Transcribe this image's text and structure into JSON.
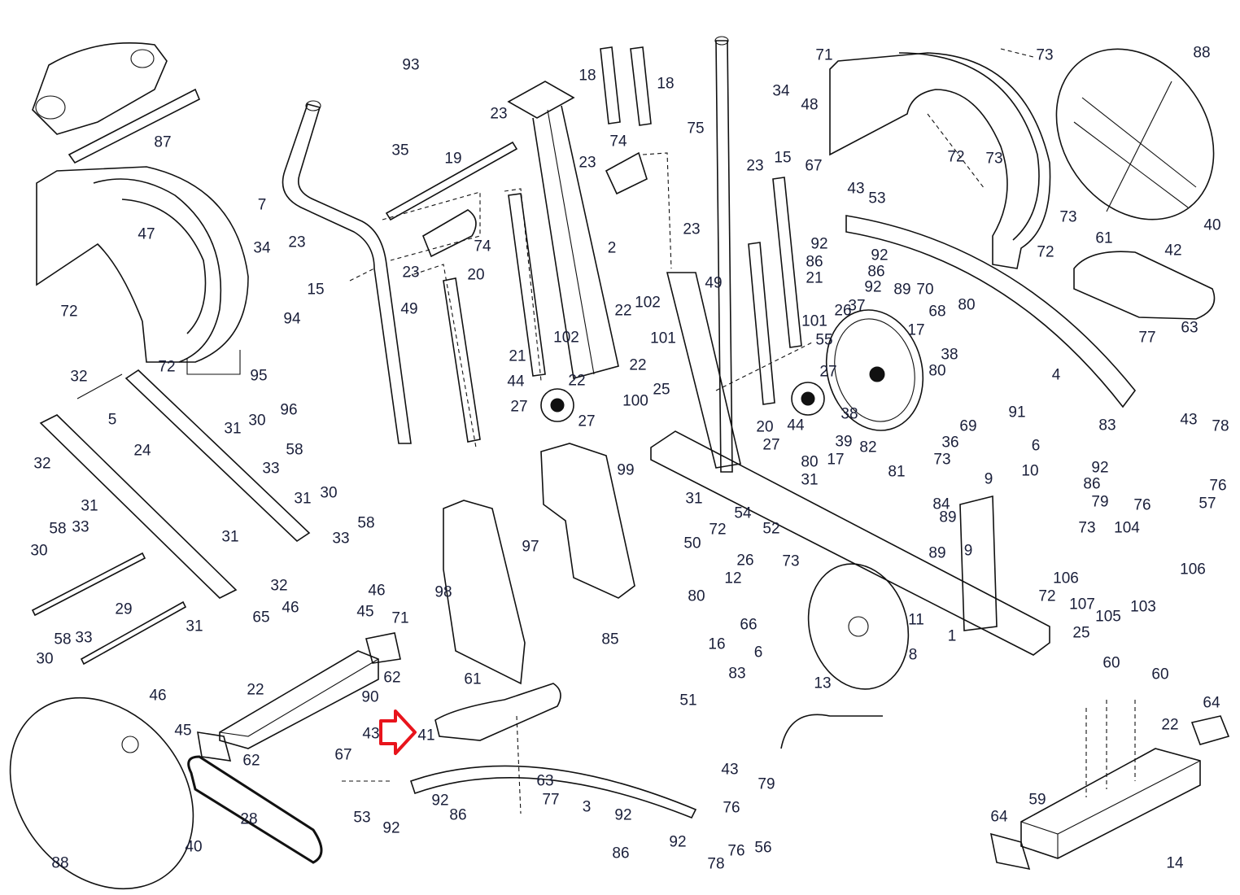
{
  "diagram": {
    "type": "exploded-parts-diagram",
    "subject": "elliptical trainer assembly",
    "highlight": {
      "part": "41",
      "indicator": "red-outline-arrow-right",
      "color": "#e8141c"
    },
    "label_color": "#1a1f3a",
    "line_color": "#111111"
  },
  "labels": [
    {
      "id": "87",
      "text": "87"
    },
    {
      "id": "47",
      "text": "47"
    },
    {
      "id": "72a",
      "text": "72"
    },
    {
      "id": "7",
      "text": "7"
    },
    {
      "id": "34a",
      "text": "34"
    },
    {
      "id": "23a",
      "text": "23"
    },
    {
      "id": "15a",
      "text": "15"
    },
    {
      "id": "93",
      "text": "93"
    },
    {
      "id": "35",
      "text": "35"
    },
    {
      "id": "23b",
      "text": "23"
    },
    {
      "id": "19",
      "text": "19"
    },
    {
      "id": "74a",
      "text": "74"
    },
    {
      "id": "23c",
      "text": "23"
    },
    {
      "id": "49a",
      "text": "49"
    },
    {
      "id": "20a",
      "text": "20"
    },
    {
      "id": "18a",
      "text": "18"
    },
    {
      "id": "18b",
      "text": "18"
    },
    {
      "id": "74b",
      "text": "74"
    },
    {
      "id": "23d",
      "text": "23"
    },
    {
      "id": "2",
      "text": "2"
    },
    {
      "id": "75",
      "text": "75"
    },
    {
      "id": "23e",
      "text": "23"
    },
    {
      "id": "49b",
      "text": "49"
    },
    {
      "id": "34b",
      "text": "34"
    },
    {
      "id": "23f",
      "text": "23"
    },
    {
      "id": "15b",
      "text": "15"
    },
    {
      "id": "71a",
      "text": "71"
    },
    {
      "id": "48",
      "text": "48"
    },
    {
      "id": "73a",
      "text": "73"
    },
    {
      "id": "72b",
      "text": "72"
    },
    {
      "id": "73b",
      "text": "73"
    },
    {
      "id": "73c",
      "text": "73"
    },
    {
      "id": "72c",
      "text": "72"
    },
    {
      "id": "88a",
      "text": "88"
    },
    {
      "id": "40a",
      "text": "40"
    },
    {
      "id": "61a",
      "text": "61"
    },
    {
      "id": "42",
      "text": "42"
    },
    {
      "id": "63a",
      "text": "63"
    },
    {
      "id": "77a",
      "text": "77"
    },
    {
      "id": "67a",
      "text": "67"
    },
    {
      "id": "43a",
      "text": "43"
    },
    {
      "id": "53a",
      "text": "53"
    },
    {
      "id": "92a",
      "text": "92"
    },
    {
      "id": "92b",
      "text": "92"
    },
    {
      "id": "86a",
      "text": "86"
    },
    {
      "id": "86b",
      "text": "86"
    },
    {
      "id": "92c",
      "text": "92"
    },
    {
      "id": "21a",
      "text": "21"
    },
    {
      "id": "89a",
      "text": "89"
    },
    {
      "id": "70",
      "text": "70"
    },
    {
      "id": "68",
      "text": "68"
    },
    {
      "id": "80a",
      "text": "80"
    },
    {
      "id": "101a",
      "text": "101"
    },
    {
      "id": "26a",
      "text": "26"
    },
    {
      "id": "37",
      "text": "37"
    },
    {
      "id": "17a",
      "text": "17"
    },
    {
      "id": "38a",
      "text": "38"
    },
    {
      "id": "55",
      "text": "55"
    },
    {
      "id": "4",
      "text": "4"
    },
    {
      "id": "94",
      "text": "94"
    },
    {
      "id": "95",
      "text": "95"
    },
    {
      "id": "96",
      "text": "96"
    },
    {
      "id": "32a",
      "text": "32"
    },
    {
      "id": "72d",
      "text": "72"
    },
    {
      "id": "5",
      "text": "5"
    },
    {
      "id": "31a",
      "text": "31"
    },
    {
      "id": "30a",
      "text": "30"
    },
    {
      "id": "58a",
      "text": "58"
    },
    {
      "id": "33a",
      "text": "33"
    },
    {
      "id": "24",
      "text": "24"
    },
    {
      "id": "32b",
      "text": "32"
    },
    {
      "id": "31b",
      "text": "31"
    },
    {
      "id": "30b",
      "text": "30"
    },
    {
      "id": "58b",
      "text": "58"
    },
    {
      "id": "33b",
      "text": "33"
    },
    {
      "id": "31c",
      "text": "31"
    },
    {
      "id": "58c",
      "text": "58"
    },
    {
      "id": "33c",
      "text": "33"
    },
    {
      "id": "30c",
      "text": "30"
    },
    {
      "id": "31d",
      "text": "31"
    },
    {
      "id": "32c",
      "text": "32"
    },
    {
      "id": "29",
      "text": "29"
    },
    {
      "id": "31e",
      "text": "31"
    },
    {
      "id": "46a",
      "text": "46"
    },
    {
      "id": "46b",
      "text": "46"
    },
    {
      "id": "45a",
      "text": "45"
    },
    {
      "id": "65",
      "text": "65"
    },
    {
      "id": "71b",
      "text": "71"
    },
    {
      "id": "58d",
      "text": "58"
    },
    {
      "id": "33d",
      "text": "33"
    },
    {
      "id": "30d",
      "text": "30"
    },
    {
      "id": "21b",
      "text": "21"
    },
    {
      "id": "102a",
      "text": "102"
    },
    {
      "id": "22a",
      "text": "22"
    },
    {
      "id": "22b",
      "text": "22"
    },
    {
      "id": "102b",
      "text": "102"
    },
    {
      "id": "22c",
      "text": "22"
    },
    {
      "id": "101b",
      "text": "101"
    },
    {
      "id": "44a",
      "text": "44"
    },
    {
      "id": "27a",
      "text": "27"
    },
    {
      "id": "27b",
      "text": "27"
    },
    {
      "id": "100",
      "text": "100"
    },
    {
      "id": "25a",
      "text": "25"
    },
    {
      "id": "99",
      "text": "99"
    },
    {
      "id": "97",
      "text": "97"
    },
    {
      "id": "98",
      "text": "98"
    },
    {
      "id": "20b",
      "text": "20"
    },
    {
      "id": "44b",
      "text": "44"
    },
    {
      "id": "27c",
      "text": "27"
    },
    {
      "id": "80b",
      "text": "80"
    },
    {
      "id": "17b",
      "text": "17"
    },
    {
      "id": "39",
      "text": "39"
    },
    {
      "id": "38b",
      "text": "38"
    },
    {
      "id": "27d",
      "text": "27"
    },
    {
      "id": "80c",
      "text": "80"
    },
    {
      "id": "69",
      "text": "69"
    },
    {
      "id": "36",
      "text": "36"
    },
    {
      "id": "91",
      "text": "91"
    },
    {
      "id": "31f",
      "text": "31"
    },
    {
      "id": "31g",
      "text": "31"
    },
    {
      "id": "82",
      "text": "82"
    },
    {
      "id": "81",
      "text": "81"
    },
    {
      "id": "73d",
      "text": "73"
    },
    {
      "id": "9a",
      "text": "9"
    },
    {
      "id": "10",
      "text": "10"
    },
    {
      "id": "6a",
      "text": "6"
    },
    {
      "id": "83a",
      "text": "83"
    },
    {
      "id": "43b",
      "text": "43"
    },
    {
      "id": "78a",
      "text": "78"
    },
    {
      "id": "92d",
      "text": "92"
    },
    {
      "id": "86c",
      "text": "86"
    },
    {
      "id": "76a",
      "text": "76"
    },
    {
      "id": "79a",
      "text": "79"
    },
    {
      "id": "76b",
      "text": "76"
    },
    {
      "id": "57",
      "text": "57"
    },
    {
      "id": "84",
      "text": "84"
    },
    {
      "id": "89b",
      "text": "89"
    },
    {
      "id": "9b",
      "text": "9"
    },
    {
      "id": "89c",
      "text": "89"
    },
    {
      "id": "73e",
      "text": "73"
    },
    {
      "id": "104",
      "text": "104"
    },
    {
      "id": "106a",
      "text": "106"
    },
    {
      "id": "106b",
      "text": "106"
    },
    {
      "id": "105",
      "text": "105"
    },
    {
      "id": "103",
      "text": "103"
    },
    {
      "id": "107",
      "text": "107"
    },
    {
      "id": "72e",
      "text": "72"
    },
    {
      "id": "54",
      "text": "54"
    },
    {
      "id": "72f",
      "text": "72"
    },
    {
      "id": "52",
      "text": "52"
    },
    {
      "id": "50",
      "text": "50"
    },
    {
      "id": "26b",
      "text": "26"
    },
    {
      "id": "73f",
      "text": "73"
    },
    {
      "id": "12",
      "text": "12"
    },
    {
      "id": "80d",
      "text": "80"
    },
    {
      "id": "66",
      "text": "66"
    },
    {
      "id": "16",
      "text": "16"
    },
    {
      "id": "11",
      "text": "11"
    },
    {
      "id": "1",
      "text": "1"
    },
    {
      "id": "8",
      "text": "8"
    },
    {
      "id": "6b",
      "text": "6"
    },
    {
      "id": "83b",
      "text": "83"
    },
    {
      "id": "25b",
      "text": "25"
    },
    {
      "id": "85",
      "text": "85"
    },
    {
      "id": "51",
      "text": "51"
    },
    {
      "id": "13",
      "text": "13"
    },
    {
      "id": "61b",
      "text": "61"
    },
    {
      "id": "41",
      "text": "41"
    },
    {
      "id": "43c",
      "text": "43"
    },
    {
      "id": "67b",
      "text": "67"
    },
    {
      "id": "53b",
      "text": "53"
    },
    {
      "id": "92e",
      "text": "92"
    },
    {
      "id": "92f",
      "text": "92"
    },
    {
      "id": "86d",
      "text": "86"
    },
    {
      "id": "63b",
      "text": "63"
    },
    {
      "id": "77b",
      "text": "77"
    },
    {
      "id": "3",
      "text": "3"
    },
    {
      "id": "43d",
      "text": "43"
    },
    {
      "id": "79b",
      "text": "79"
    },
    {
      "id": "76c",
      "text": "76"
    },
    {
      "id": "92g",
      "text": "92"
    },
    {
      "id": "92h",
      "text": "92"
    },
    {
      "id": "86e",
      "text": "86"
    },
    {
      "id": "76d",
      "text": "76"
    },
    {
      "id": "56",
      "text": "56"
    },
    {
      "id": "78b",
      "text": "78"
    },
    {
      "id": "90",
      "text": "90"
    },
    {
      "id": "62a",
      "text": "62"
    },
    {
      "id": "22d",
      "text": "22"
    },
    {
      "id": "46c",
      "text": "46"
    },
    {
      "id": "45b",
      "text": "45"
    },
    {
      "id": "62b",
      "text": "62"
    },
    {
      "id": "28",
      "text": "28"
    },
    {
      "id": "88b",
      "text": "88"
    },
    {
      "id": "40b",
      "text": "40"
    },
    {
      "id": "60a",
      "text": "60"
    },
    {
      "id": "60b",
      "text": "60"
    },
    {
      "id": "22e",
      "text": "22"
    },
    {
      "id": "64a",
      "text": "64"
    },
    {
      "id": "59",
      "text": "59"
    },
    {
      "id": "64b",
      "text": "64"
    },
    {
      "id": "14",
      "text": "14"
    }
  ]
}
